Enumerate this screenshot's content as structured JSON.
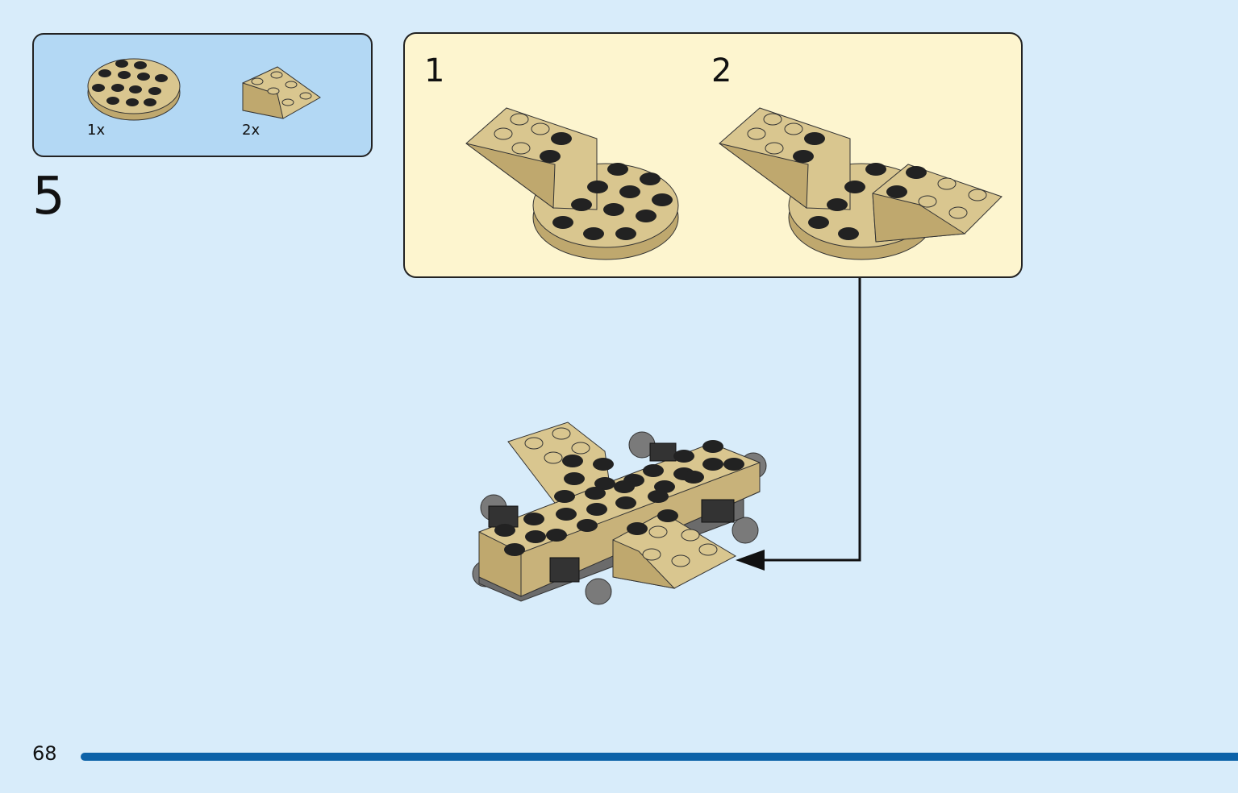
{
  "parts_list": {
    "items": [
      {
        "part": "round-plate-4x4",
        "qty": "1x"
      },
      {
        "part": "inverted-slope-brick",
        "qty": "2x"
      }
    ]
  },
  "step": {
    "number": "5",
    "substeps": [
      "1",
      "2"
    ]
  },
  "footer": {
    "page_number": "68"
  },
  "colors": {
    "background": "#d8ecfa",
    "parts_box": "#b3d8f4",
    "substep_box": "#fdf5cf",
    "brick_tan": "#d9c68f",
    "brick_dark": "#222222",
    "progress_bar": "#0c62a8"
  }
}
